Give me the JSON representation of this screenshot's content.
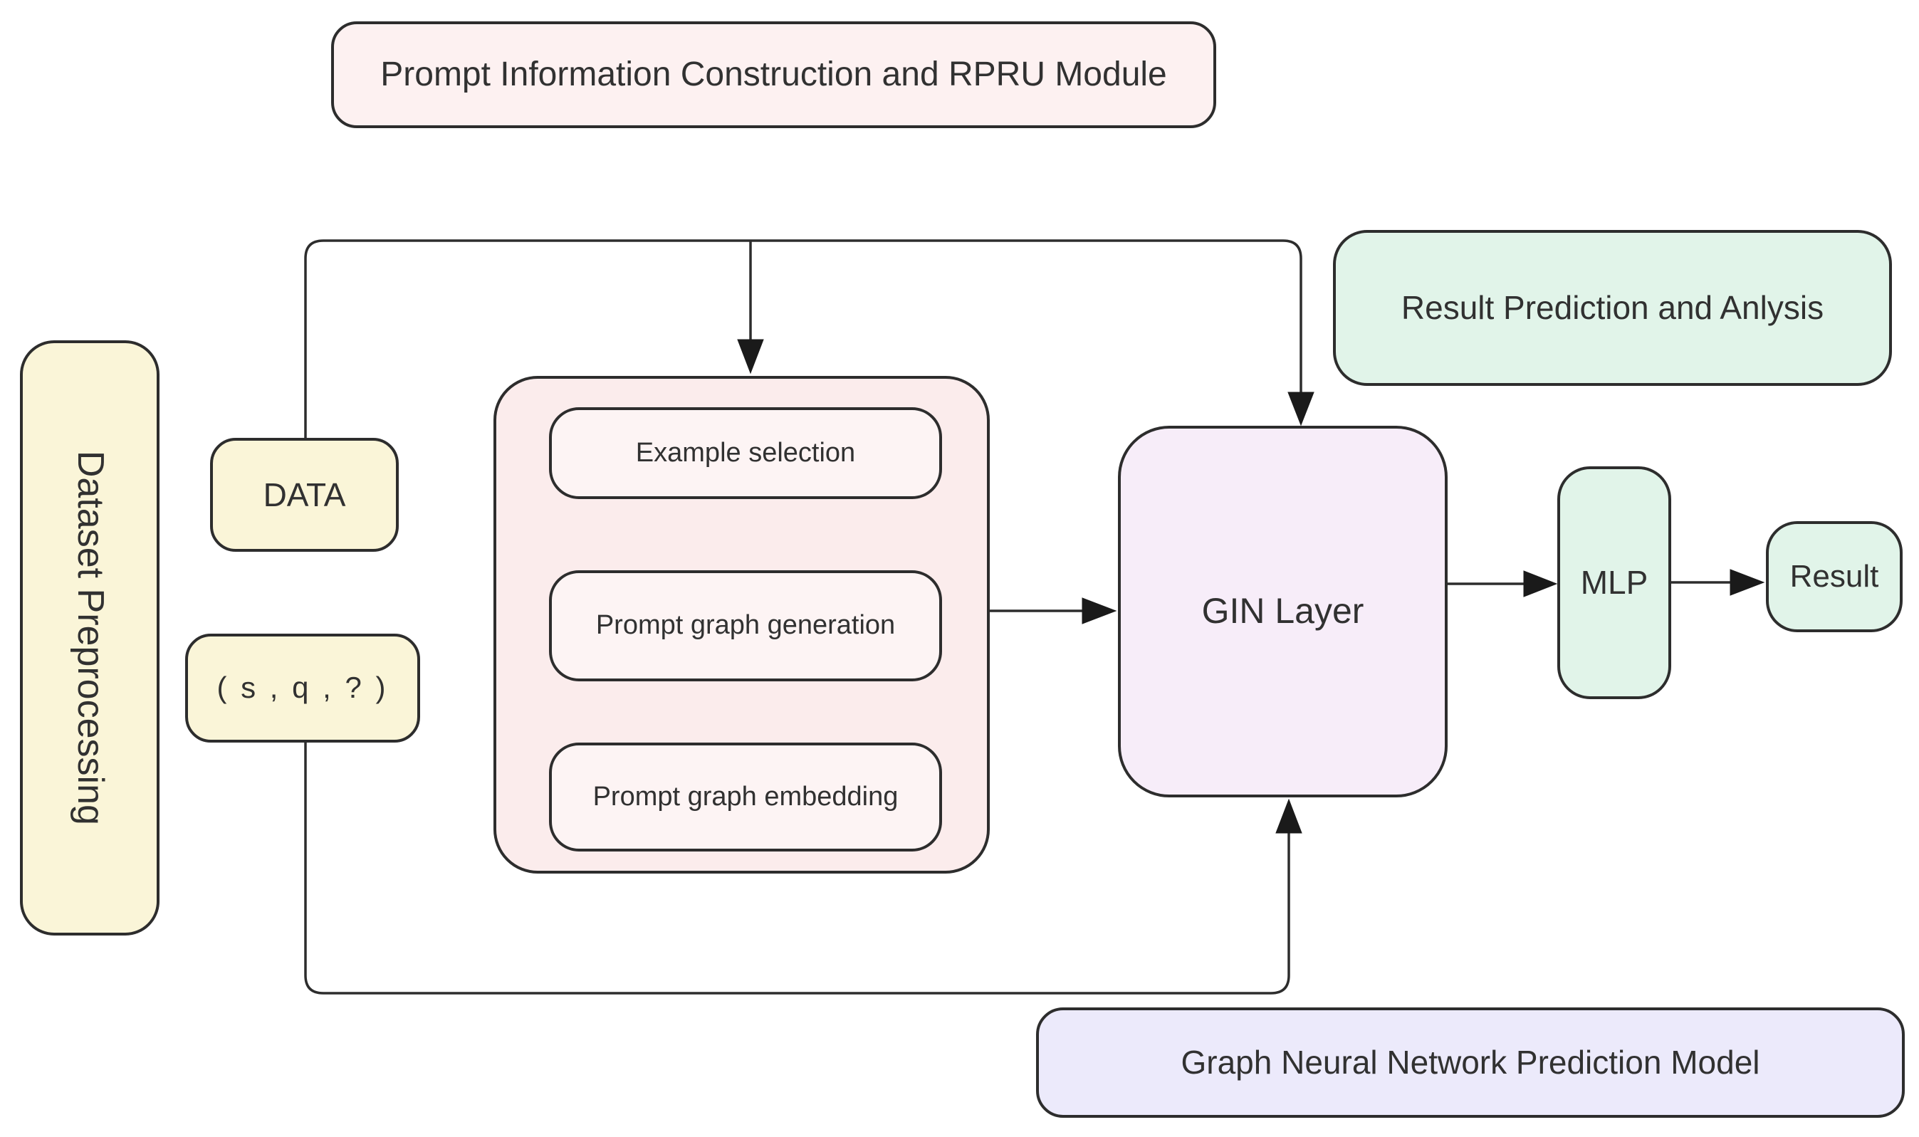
{
  "diagram": {
    "modules": {
      "prompt_module": "Prompt Information Construction and RPRU Module",
      "preprocessing_module": "Dataset Preprocessing",
      "result_module": "Result Prediction and Anlysis",
      "gnn_module": "Graph Neural Network Prediction Model"
    },
    "nodes": {
      "data": "DATA",
      "triple": "( s , q , ? )",
      "example_selection": "Example selection",
      "prompt_graph_generation": "Prompt graph generation",
      "prompt_graph_embedding": "Prompt graph embedding",
      "gin_layer": "GIN Layer",
      "mlp": "MLP",
      "result": "Result"
    },
    "colors": {
      "pink_light": "#fdf1f1",
      "pink_container": "#fbecec",
      "pink_inner": "#fdf4f4",
      "yellow": "#faf5d8",
      "green": "#e1f4e9",
      "lavender_gin": "#f7edf9",
      "purple_light": "#eceafb",
      "border": "#2d2d2d",
      "line": "#2d2d2d",
      "arrow": "#1a1a1a",
      "text": "#313131"
    }
  }
}
